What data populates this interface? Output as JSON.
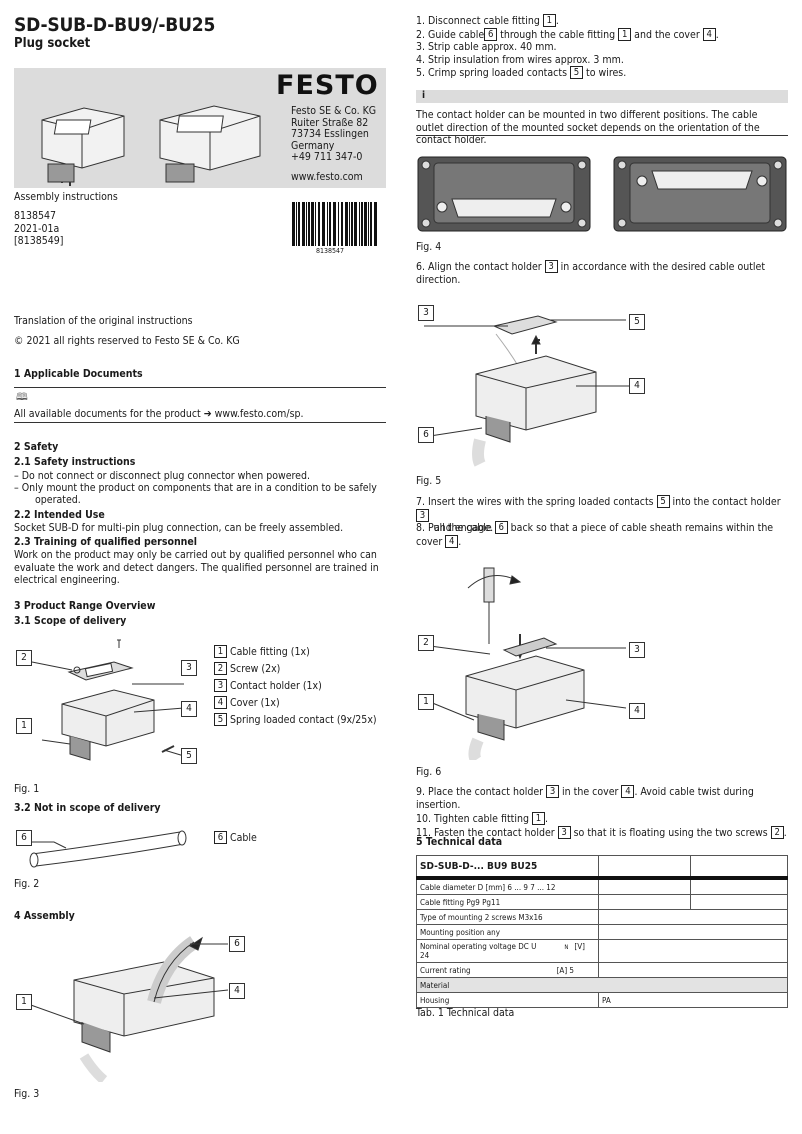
{
  "title": "SD-SUB-D-BU9/-BU25",
  "subtitle": "Plug socket",
  "brand": {
    "logo": "FESTO",
    "address": [
      "Festo SE & Co. KG",
      "Ruiter Straße 82",
      "73734 Esslingen",
      "Germany",
      "+49 711 347-0"
    ],
    "website": "www.festo.com"
  },
  "doc_type": "Assembly instructions",
  "doc_ids": [
    "8138547",
    "2021-01a",
    "[8138549]"
  ],
  "barcode_number": "8138547",
  "translation_note": "Translation of the original instructions",
  "copyright": "© 2021 all rights reserved to Festo SE & Co. KG",
  "s1": {
    "heading": "1 Applicable Documents",
    "text": "All available documents for the product ➔ www.festo.com/sp."
  },
  "s2": {
    "heading": "2 Safety",
    "sub1": "2.1 Safety instructions",
    "bullet1": "– Do not connect or disconnect plug connector when powered.",
    "bullet2a": "– Only mount the product on components that are in a condition to be safely",
    "bullet2b": "operated.",
    "sub2": "2.2 Intended Use",
    "intended": "Socket SUB-D for multi-pin plug connection, can be freely assembled.",
    "sub3": "2.3 Training of qualified personnel",
    "training": "Work on the product may only be carried out by qualified personnel who can evaluate the work and detect dangers. The qualified personnel are trained in electrical engineering."
  },
  "s3": {
    "heading": "3 Product Range Overview",
    "sub1": "3.1 Scope of delivery",
    "items": [
      {
        "n": "1",
        "label": "Cable fitting (1x)"
      },
      {
        "n": "2",
        "label": "Screw (2x)"
      },
      {
        "n": "3",
        "label": "Contact holder (1x)"
      },
      {
        "n": "4",
        "label": "Cover (1x)"
      },
      {
        "n": "5",
        "label": "Spring loaded contact (9x/25x)"
      }
    ],
    "fig1": "Fig. 1",
    "sub2": "3.2 Not in scope of delivery",
    "item6": {
      "n": "6",
      "label": "Cable"
    },
    "fig2": "Fig. 2"
  },
  "s4": {
    "heading": "4 Assembly",
    "fig3": "Fig. 3",
    "steps1_5": [
      {
        "pre": "1. Disconnect cable fitting ",
        "box": "1",
        "post": "."
      },
      {
        "pre": "2.   Guide cable",
        "box": "6",
        "mid": " through the cable fitting ",
        "box2": "1",
        "post": " and the cover ",
        "box3": "4",
        "end": "."
      },
      {
        "pre": "3. Strip cable approx. 40 mm."
      },
      {
        "pre": "4. Strip insulation from wires approx. 3 mm."
      },
      {
        "pre": "5. Crimp spring loaded contacts ",
        "box": "5",
        "post": " to wires."
      }
    ],
    "info_icon": "i",
    "info_text": "The contact holder can be mounted in two different positions. The cable outlet direction of the mounted socket depends on the orientation of the contact holder.",
    "fig4": "Fig. 4",
    "step6": "6. Align the contact holder",
    "step6_box": "3",
    "step6_post": " in accordance with the desired cable outlet direction.",
    "fig5": "Fig. 5",
    "step7_pre": "7.   Insert the wires with the spring loaded contacts ",
    "step7_box": "5",
    "step7_mid": " into the contact holder ",
    "step7_box2": "3",
    "step7_post": " and engage.",
    "step8_pre": "8. Pull the cable ",
    "step8_box": "6",
    "step8_mid": " back so that a piece of cable sheath remains within the cover ",
    "step8_box2": "4",
    "step8_post": ".",
    "fig6": "Fig. 6",
    "step9_pre": "9.   Place the contact holder ",
    "step9_box": "3",
    "step9_mid": " in the cover ",
    "step9_box2": "4",
    "step9_post": ". Avoid cable twist during insertion.",
    "step10_pre": "10. Tighten cable fitting ",
    "step10_box": "1",
    "step10_post": ".",
    "step11_pre": "11.   Fasten the contact holder ",
    "step11_box": "3",
    "step11_mid": " so that it is floating using the two screws ",
    "step11_box2": "2",
    "step11_post": "."
  },
  "s5": {
    "heading": "5 Technical data",
    "table_head": "SD-SUB-D-... BU9 BU25",
    "rows": [
      {
        "a": "Cable diameter D [mm] 6 ... 9 7 ... 12",
        "b": "",
        "c": ""
      },
      {
        "a": "Cable fitting Pg9 Pg11",
        "b": "",
        "c": ""
      },
      {
        "a": "Type of mounting 2 screws M3x16",
        "b": ""
      },
      {
        "a": "Mounting position any",
        "b": ""
      },
      {
        "a": "Nominal operating voltage DC U",
        "sub": "N",
        "unit": "[V] 24",
        "b": ""
      },
      {
        "a": "Current rating",
        "unit": "[A] 5",
        "b": ""
      }
    ],
    "material": "Material",
    "housing": "Housing",
    "housing_val": "PA",
    "caption": "Tab. 1 Technical data"
  }
}
